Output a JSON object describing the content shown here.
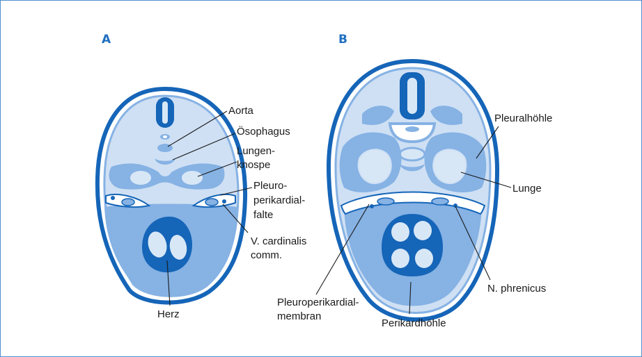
{
  "colors": {
    "outline": "#1565b8",
    "fill": "#86b2e4",
    "light": "#d8e7f6",
    "white": "#ffffff",
    "frame": "#4f8fd0"
  },
  "panels": {
    "a": {
      "letter": "A",
      "labels": {
        "aorta": "Aorta",
        "oesophagus": "Ösophagus",
        "lungen_1": "Lungen-",
        "lungen_2": "knospe",
        "pleuro_1": "Pleuro-",
        "pleuro_2": "perikardial-",
        "pleuro_3": "falte",
        "vcard_1": "V. cardinalis",
        "vcard_2": "comm.",
        "herz": "Herz"
      }
    },
    "b": {
      "letter": "B",
      "labels": {
        "pleuralhoehle": "Pleuralhöhle",
        "lunge": "Lunge",
        "phrenicus": "N. phrenicus",
        "membran_1": "Pleuroperikardial-",
        "membran_2": "membran",
        "perikard": "Perikardhöhle"
      }
    }
  }
}
